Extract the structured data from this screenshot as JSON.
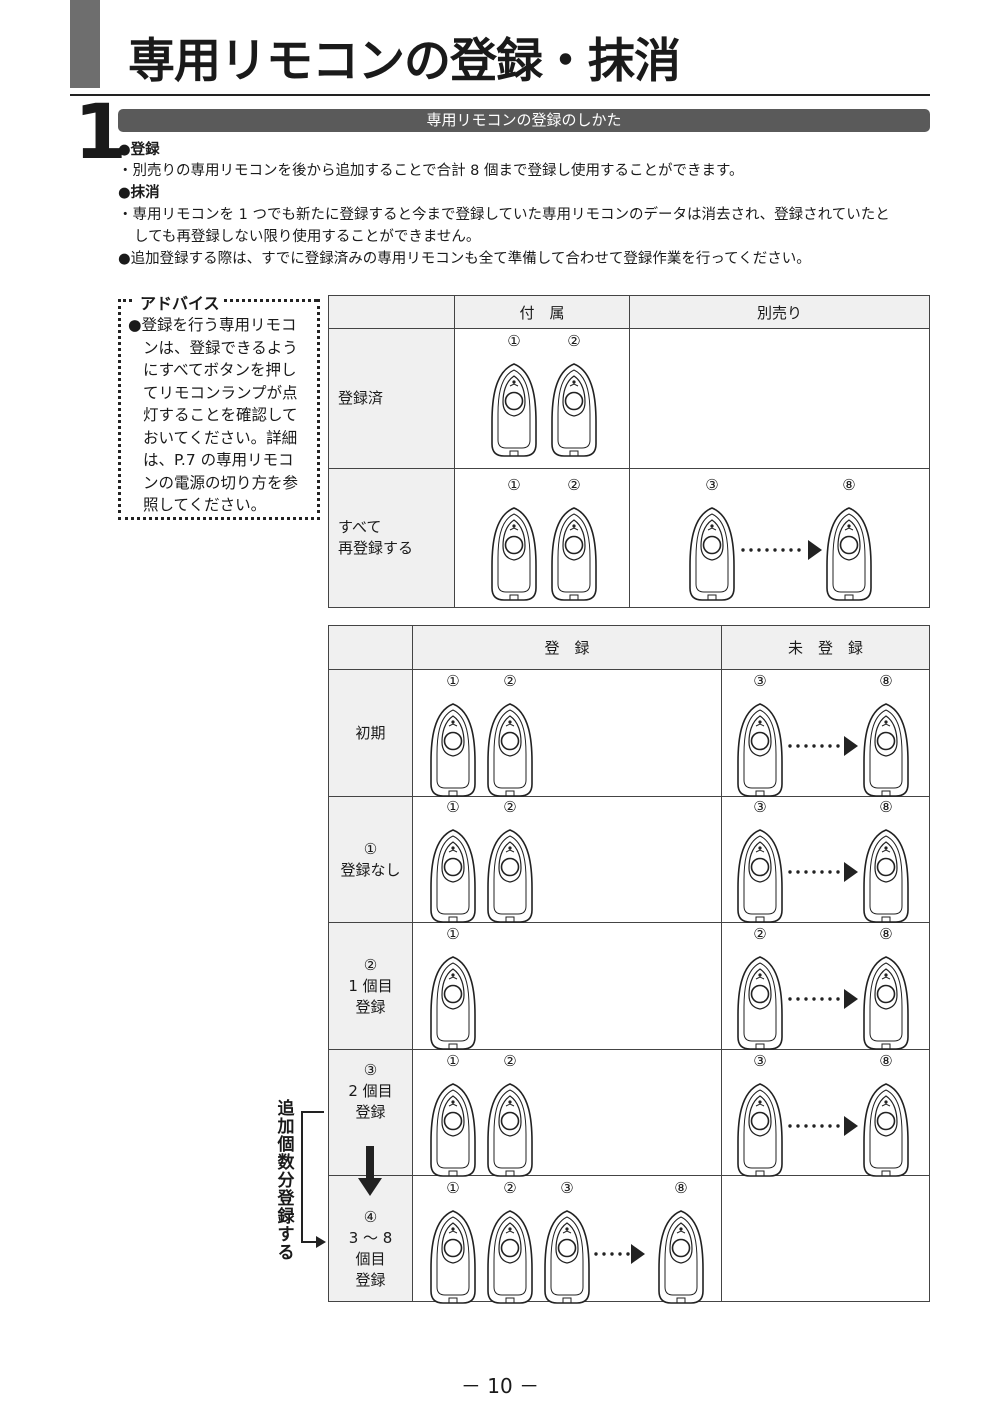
{
  "title": "専用リモコンの登録・抹消",
  "section": {
    "number": "1",
    "heading": "専用リモコンの登録のしかた"
  },
  "body": {
    "reg_head": "●登録",
    "reg_text": "・別売りの専用リモコンを後から追加することで合計 8 個まで登録し使用することができます。",
    "del_head": "●抹消",
    "del_text1": "・専用リモコンを 1 つでも新たに登録すると今まで登録していた専用リモコンのデータは消去され、登録されていたと",
    "del_text2": "しても再登録しない限り使用することができません。",
    "add_text": "●追加登録する際は、すでに登録済みの専用リモコンも全て準備して合わせて登録作業を行ってください。"
  },
  "advice": {
    "title": "アドバイス",
    "lines": [
      "●登録を行う専用リモコ",
      "ンは、登録できるよう",
      "にすべてボタンを押し",
      "てリモコンランプが点",
      "灯することを確認して",
      "おいてください。詳細",
      "は、P.7 の専用リモコ",
      "ンの電源の切り方を参",
      "照してください。"
    ]
  },
  "table1": {
    "col_included": "付　属",
    "col_sold": "別売り",
    "row1_label": "登録済",
    "row2_label1": "すべて",
    "row2_label2": "再登録する"
  },
  "table2": {
    "col_registered": "登　録",
    "col_unregistered": "未　登　録",
    "rows": [
      {
        "l1": "初期",
        "l2": "",
        "l3": "",
        "l4": ""
      },
      {
        "l1": "①",
        "l2": "登録なし",
        "l3": "",
        "l4": ""
      },
      {
        "l1": "②",
        "l2": "1 個目",
        "l3": "登録",
        "l4": ""
      },
      {
        "l1": "③",
        "l2": "2 個目",
        "l3": "登録",
        "l4": ""
      },
      {
        "l1": "④",
        "l2": "3 ～ 8",
        "l3": "個目",
        "l4": "登録"
      }
    ]
  },
  "numbers": {
    "n1": "①",
    "n2": "②",
    "n3": "③",
    "n8": "⑧"
  },
  "side_label": "追加個数分登録する",
  "page_number": "－ 10 －"
}
